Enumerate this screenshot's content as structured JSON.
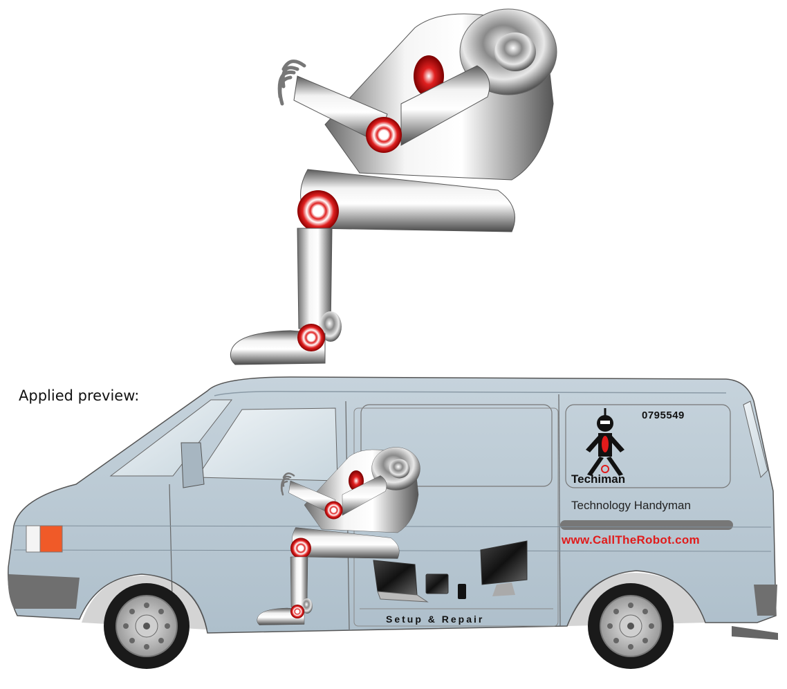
{
  "caption": "Applied preview:",
  "van": {
    "phone": "0795549",
    "brand": "Techiman",
    "tagline": "Technology Handyman",
    "website": "www.CallTheRobot.com",
    "service": "Setup & Repair"
  },
  "colors": {
    "van_body": "#b8c7d2",
    "robot_joint": "#e02020",
    "url_red": "#e01b1b",
    "indicator": "#f05a28"
  },
  "icons": [
    "robot-figure-icon",
    "robot-logo-icon",
    "laptop-icon",
    "tablet-icon",
    "phone-icon",
    "monitor-icon",
    "wheel-icon"
  ]
}
